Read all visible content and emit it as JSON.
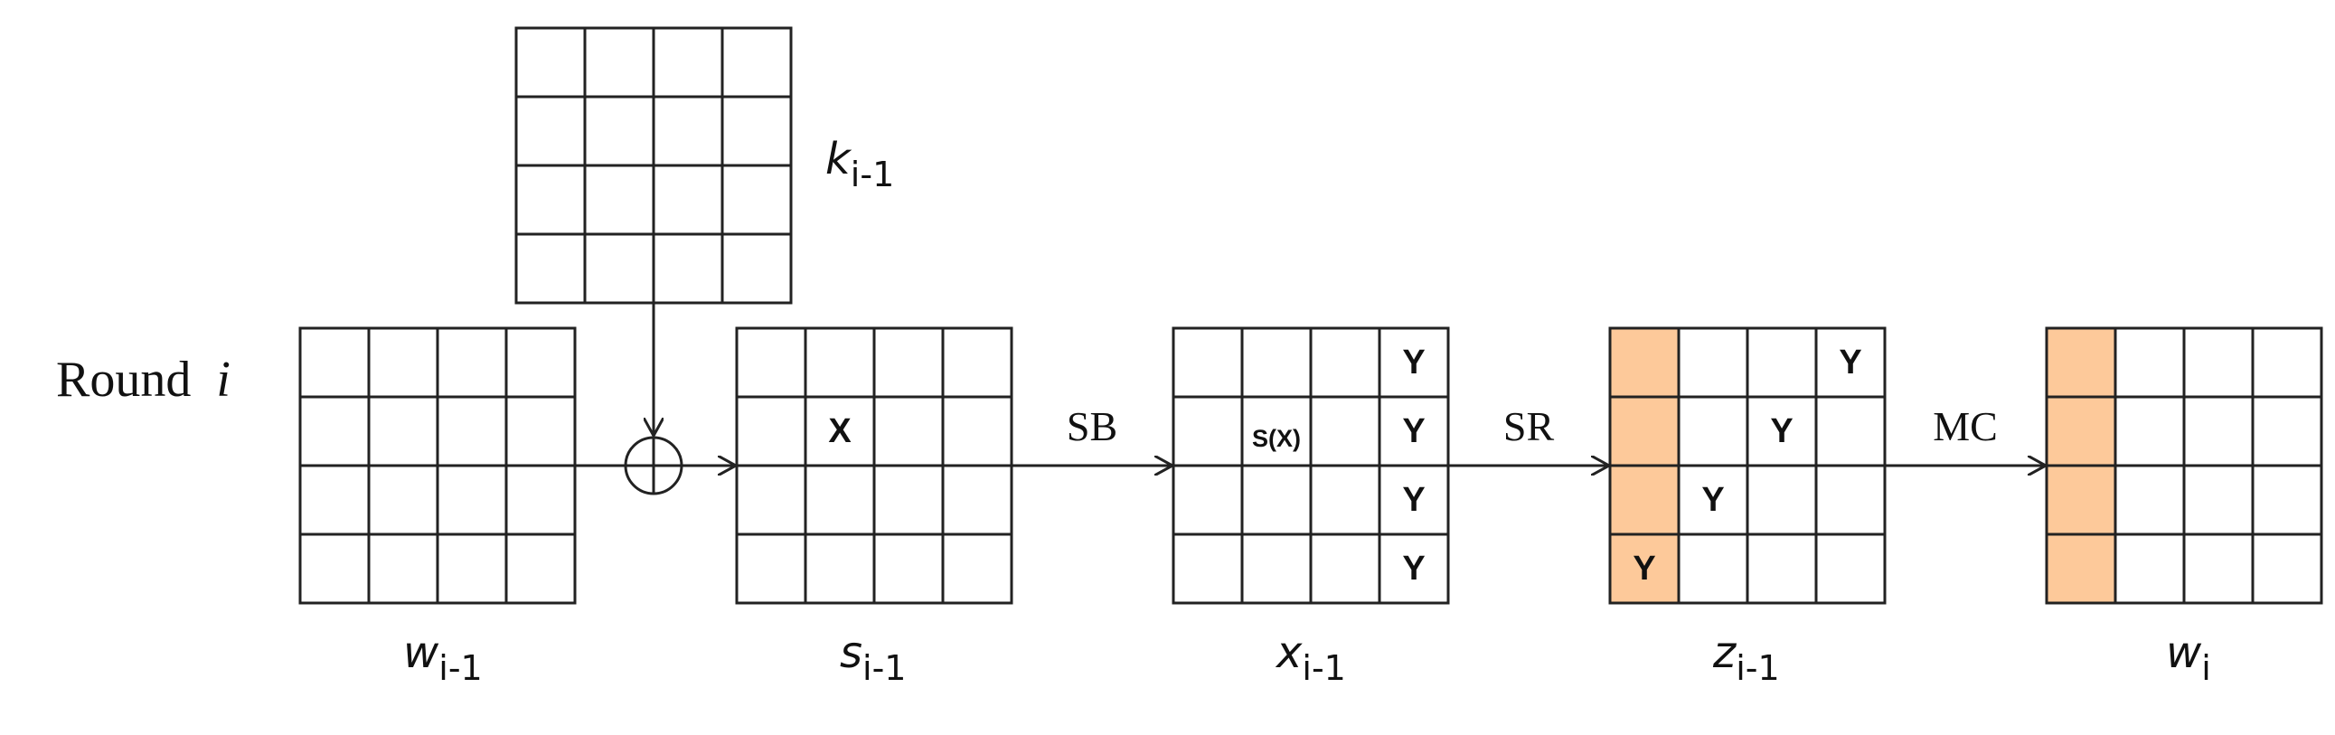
{
  "round": {
    "word": "Round",
    "var": "i"
  },
  "ops": {
    "sb": "SB",
    "sr": "SR",
    "mc": "MC"
  },
  "states": {
    "w_prev": {
      "base": "w",
      "sub": "i-1"
    },
    "k_prev": {
      "base": "k",
      "sub": "i-1"
    },
    "s_prev": {
      "base": "s",
      "sub": "i-1"
    },
    "x_prev": {
      "base": "x",
      "sub": "i-1"
    },
    "z_prev": {
      "base": "z",
      "sub": "i-1"
    },
    "w_curr": {
      "base": "w",
      "sub": "i"
    }
  },
  "cells": {
    "s_x": "X",
    "x_sx": "S(X)",
    "x_y0": "Y",
    "x_y1": "Y",
    "x_y2": "Y",
    "x_y3": "Y",
    "z_y0": "Y",
    "z_y1": "Y",
    "z_y2": "Y",
    "z_y3": "Y"
  },
  "colors": {
    "highlight": "#fdc99a",
    "stroke": "#222222"
  }
}
